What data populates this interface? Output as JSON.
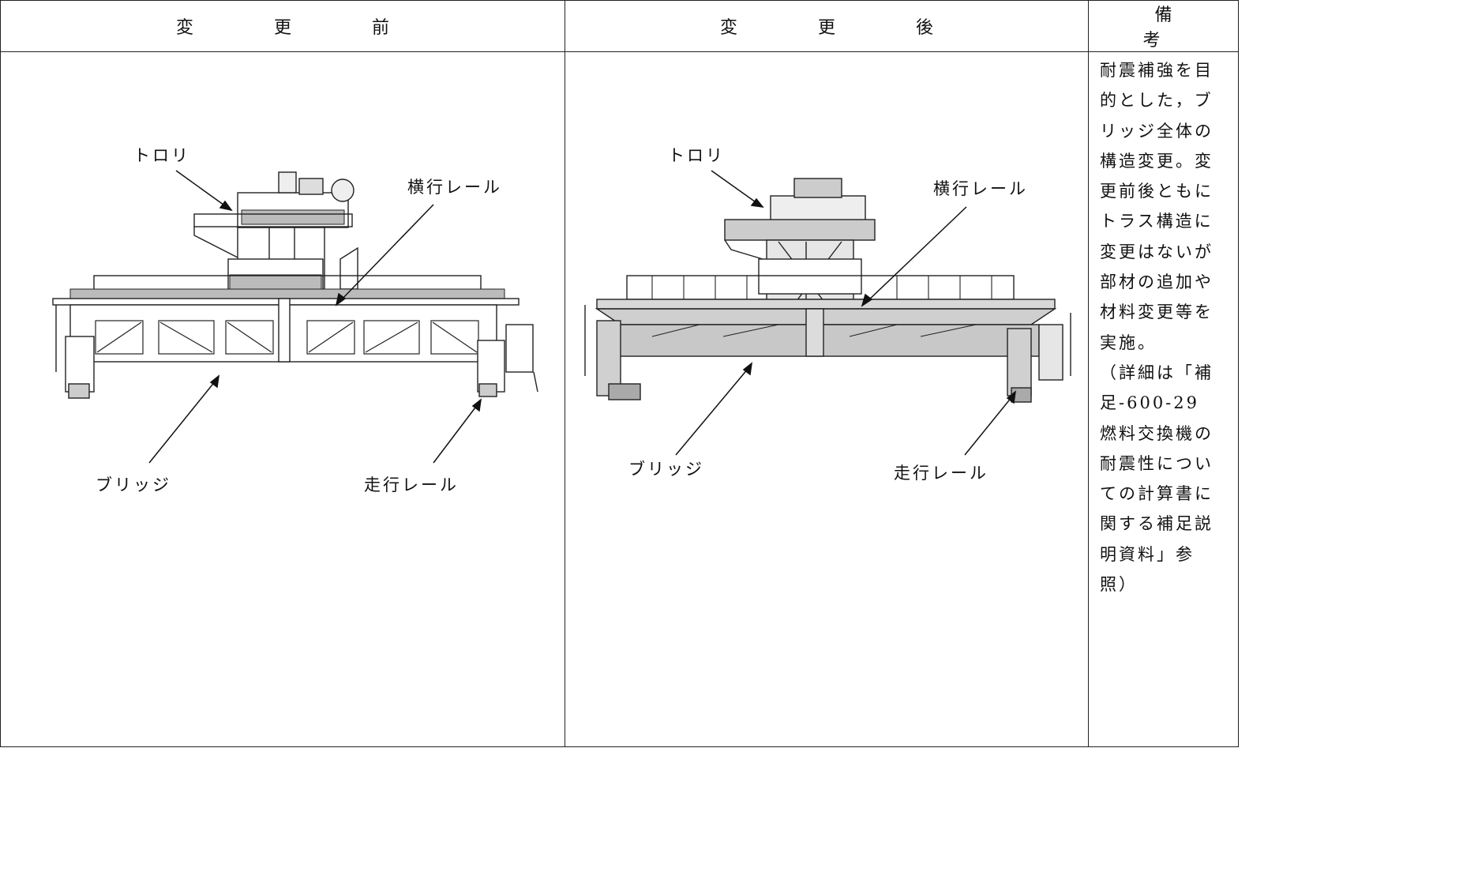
{
  "header": {
    "before": "変　更　前",
    "after": "変　更　後",
    "remarks": "備　　考"
  },
  "before_figure": {
    "labels": {
      "trolley": "トロリ",
      "traverse_rail": "横行レール",
      "bridge": "ブリッジ",
      "travel_rail": "走行レール"
    }
  },
  "after_figure": {
    "labels": {
      "trolley": "トロリ",
      "traverse_rail": "横行レール",
      "bridge": "ブリッジ",
      "travel_rail": "走行レール"
    }
  },
  "remarks_text": "耐震補強を目\n的とした，ブ\nリッジ全体の\n構造変更。変\n更前後ともに\nトラス構造に\n変更はないが\n部材の追加や\n材料変更等を\n実施。\n（詳細は「補\n足-600-29\n燃料交換機の\n耐震性につい\nての計算書に\n関する補足説\n明資料」参\n照）"
}
